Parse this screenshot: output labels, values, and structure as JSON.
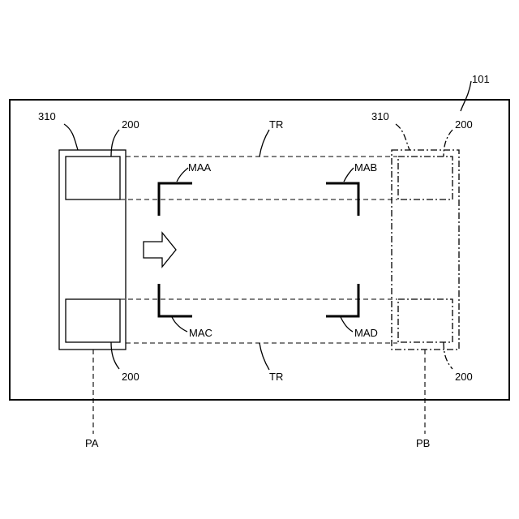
{
  "labels": {
    "ref_101": "101",
    "carrier_left": "310",
    "carrier_right": "310",
    "unit_top_left": "200",
    "unit_top_right": "200",
    "unit_bottom_left": "200",
    "unit_bottom_right": "200",
    "track_top": "TR",
    "track_bottom": "TR",
    "mark_a": "MAA",
    "mark_b": "MAB",
    "mark_c": "MAC",
    "mark_d": "MAD",
    "position_a": "PA",
    "position_b": "PB"
  }
}
